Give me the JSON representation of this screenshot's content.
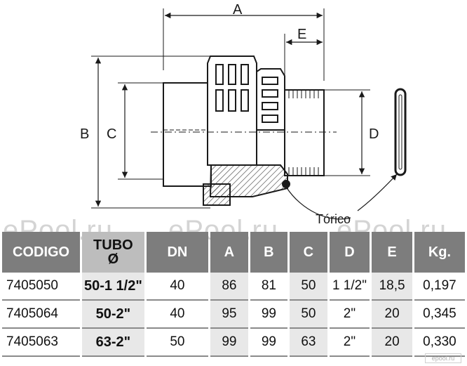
{
  "drawing": {
    "dimensions": {
      "a": "A",
      "b": "B",
      "c": "C",
      "d": "D",
      "e": "E"
    },
    "o_ring_label": "Tórico"
  },
  "watermark": "ePool.ru",
  "table": {
    "headers": {
      "codigo": "CODIGO",
      "tubo_line1": "TUBO",
      "tubo_line2": "Ø",
      "dn": "DN",
      "a": "A",
      "b": "B",
      "c": "C",
      "d": "D",
      "e": "E",
      "kg": "Kg."
    },
    "rows": [
      {
        "codigo": "7405050",
        "tubo": "50-1 1/2\"",
        "dn": "40",
        "a": "86",
        "b": "81",
        "c": "50",
        "d": "1 1/2\"",
        "e": "18,5",
        "kg": "0,197"
      },
      {
        "codigo": "7405064",
        "tubo": "50-2\"",
        "dn": "40",
        "a": "95",
        "b": "99",
        "c": "50",
        "d": "2\"",
        "e": "20",
        "kg": "0,345"
      },
      {
        "codigo": "7405063",
        "tubo": "63-2\"",
        "dn": "50",
        "a": "99",
        "b": "99",
        "c": "63",
        "d": "2\"",
        "e": "20",
        "kg": "0,330"
      }
    ]
  },
  "logo": "epool.ru"
}
